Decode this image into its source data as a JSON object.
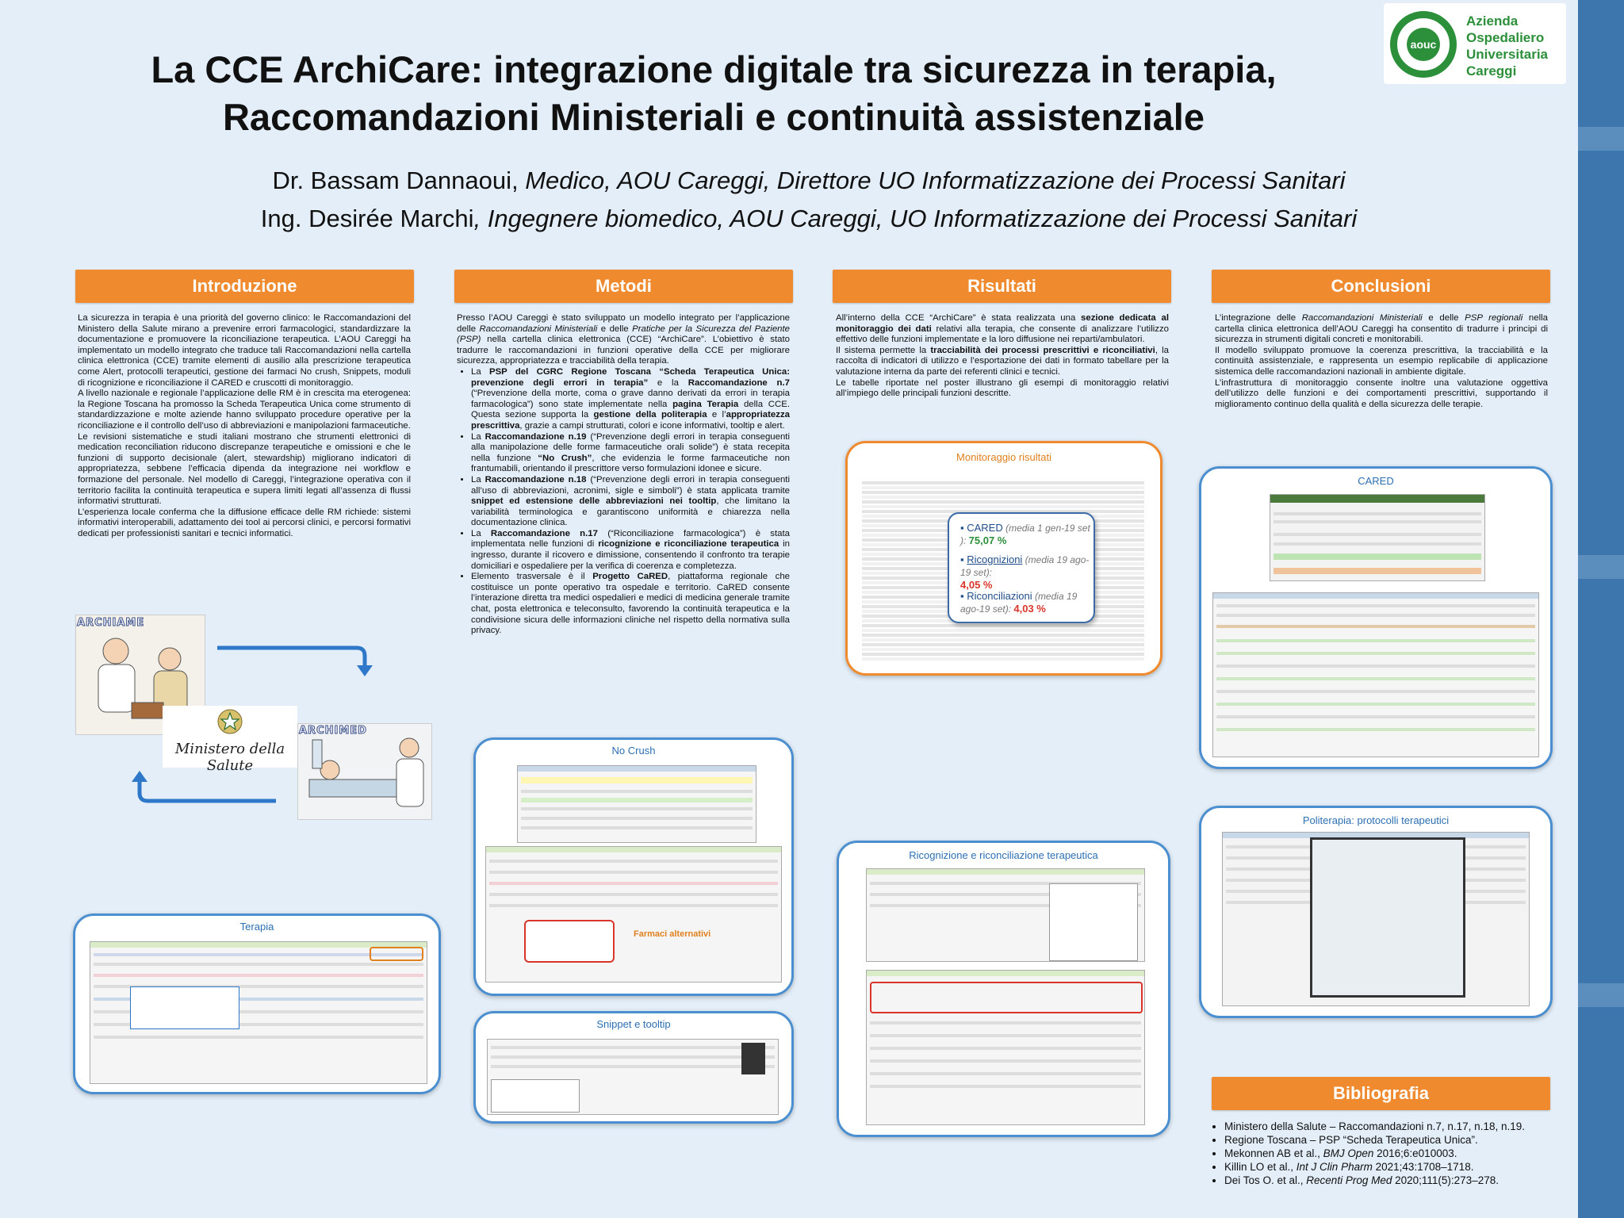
{
  "title": {
    "line1": "La CCE ArchiCare: integrazione digitale tra sicurezza in terapia,",
    "line2": "Raccomandazioni Ministeriali e continuità assistenziale"
  },
  "authors": [
    {
      "name": "Dr. Bassam Dannaoui,",
      "role": " Medico, AOU Careggi, Direttore UO Informatizzazione dei Processi Sanitari"
    },
    {
      "name": "Ing. Desirée Marchi",
      "role": ", Ingegnere biomedico, AOU Careggi, UO Informatizzazione dei Processi Sanitari"
    }
  ],
  "logo": {
    "badge": "aouc",
    "line1": "Azienda",
    "line2": "Ospedaliero",
    "line3": "Universitaria",
    "line4": "Careggi"
  },
  "sections": {
    "introduzione": {
      "title": "Introduzione",
      "paragraphs": [
        "La sicurezza in terapia è una priorità del governo clinico: le Raccomandazioni del Ministero della Salute mirano a prevenire errori farmacologici, standardizzare la documentazione e promuovere la riconciliazione terapeutica. L’AOU Careggi ha implementato un modello integrato che traduce tali Raccomandazioni nella cartella clinica elettronica (CCE) tramite elementi di ausilio alla prescrizione terapeutica come Alert, protocolli terapeutici, gestione dei farmaci No crush, Snippets, moduli di ricognizione e riconciliazione il CARED e cruscotti di monitoraggio.",
        "A livello nazionale e regionale l’applicazione delle RM è in crescita ma eterogenea: la Regione Toscana ha promosso la Scheda Terapeutica Unica come strumento di standardizzazione e molte aziende hanno sviluppato procedure operative per la riconciliazione e il controllo dell’uso di abbreviazioni e manipolazioni farmaceutiche.",
        "Le revisioni sistematiche e studi italiani mostrano che strumenti elettronici di medication reconciliation riducono discrepanze terapeutiche e omissioni e che le funzioni di supporto decisionale (alert, stewardship) migliorano indicatori di appropriatezza, sebbene l’efficacia dipenda da integrazione nei workflow e formazione del personale. Nel modello di Careggi, l’integrazione operativa con il territorio facilita la continuità terapeutica e supera limiti legati all’assenza di flussi informativi strutturati.",
        "L’esperienza locale conferma che la diffusione efficace delle RM richiede: sistemi informativi interoperabili, adattamento dei tool ai percorsi clinici, e percorsi formativi dedicati per professionisti sanitari e tecnici informatici."
      ],
      "labels": {
        "archiame": "ARCHIAME",
        "ministero": "Ministero della Salute",
        "archimed": "ARCHIMED"
      }
    },
    "metodi": {
      "title": "Metodi",
      "intro_a": "Presso l’AOU Careggi è stato sviluppato un modello integrato per l’applicazione delle ",
      "intro_b": "Raccomandazioni Ministeriali",
      "intro_c": " e delle ",
      "intro_d": "Pratiche per la Sicurezza del Paziente (PSP)",
      "intro_e": " nella cartella clinica elettronica (CCE) “ArchiCare”. L’obiettivo è stato tradurre le raccomandazioni in funzioni operative della CCE per migliorare sicurezza, appropriatezza e tracciabilità della terapia.",
      "bullets": [
        {
          "a": "La ",
          "b": "PSP del CGRC Regione Toscana “Scheda Terapeutica Unica: prevenzione degli errori in terapia”",
          "c": " e la ",
          "d": "Raccomandazione n.7",
          "e": " (“Prevenzione della morte, coma o grave danno derivati da errori in terapia farmacologica”) sono state implementate nella ",
          "f": "pagina Terapia",
          "g": " della CCE. Questa sezione supporta la ",
          "h": "gestione della politerapia",
          "i": " e l’",
          "j": "appropriatezza prescrittiva",
          "k": ", grazie a campi strutturati, colori e icone informativi, tooltip e alert."
        },
        {
          "a": "La ",
          "b": "Raccomandazione n.19",
          "c": " (“Prevenzione degli errori in terapia conseguenti alla manipolazione delle forme farmaceutiche orali solide”) è stata recepita nella funzione ",
          "d": "“No Crush”",
          "e": ", che evidenzia le forme farmaceutiche non frantumabili, orientando il prescrittore verso formulazioni idonee e sicure."
        },
        {
          "a": "La ",
          "b": "Raccomandazione n.18",
          "c": " (“Prevenzione degli errori in terapia conseguenti all’uso di abbreviazioni, acronimi, sigle e simboli”) è stata applicata tramite ",
          "d": "snippet ed estensione delle abbreviazioni nei tooltip",
          "e": ", che limitano la variabilità terminologica e garantiscono uniformità e chiarezza nella documentazione clinica."
        },
        {
          "a": "La ",
          "b": "Raccomandazione n.17",
          "c": " (“Riconciliazione farmacologica”) è stata implementata nelle funzioni di ",
          "d": "ricognizione e riconciliazione terapeutica",
          "e": " in ingresso, durante il ricovero e dimissione, consentendo il confronto tra terapie domiciliari e ospedaliere per la verifica di coerenza e completezza."
        },
        {
          "a": "Elemento trasversale è il ",
          "b": "Progetto CaRED",
          "c": ", piattaforma regionale che costituisce un ponte operativo tra ospedale e territorio. CaRED consente l’interazione diretta tra medici ospedalieri e medici di medicina generale tramite chat, posta elettronica e teleconsulto, favorendo la continuità terapeutica e la condivisione sicura delle informazioni cliniche nel rispetto della normativa sulla privacy."
        }
      ]
    },
    "risultati": {
      "title": "Risultati",
      "p1_a": "All’interno della CCE “ArchiCare” è stata realizzata una ",
      "p1_b": "sezione dedicata al monitoraggio dei dati",
      "p1_c": " relativi alla terapia, che consente di analizzare l’utilizzo effettivo delle funzioni implementate e la loro diffusione nei reparti/ambulatori.",
      "p2_a": "Il sistema permette la ",
      "p2_b": "tracciabilità dei processi prescrittivi e riconciliativi",
      "p2_c": ", la raccolta di indicatori di utilizzo e l’esportazione dei dati in formato tabellare per la valutazione interna da parte dei referenti clinici e tecnici.",
      "p3": "Le tabelle riportate nel poster illustrano gli esempi di monitoraggio relativi all’impiego delle principali funzioni descritte."
    },
    "conclusioni": {
      "title": "Conclusioni",
      "p1_a": "L’integrazione delle ",
      "p1_b": "Raccomandazioni Ministeriali",
      "p1_c": " e delle ",
      "p1_d": "PSP regionali",
      "p1_e": " nella cartella clinica elettronica dell’AOU Careggi ha consentito di tradurre i principi di sicurezza in strumenti digitali concreti e monitorabili.",
      "p2": "Il modello sviluppato promuove la coerenza prescrittiva, la tracciabilità e la continuità assistenziale, e rappresenta un esempio replicabile di applicazione sistemica delle raccomandazioni nazionali in ambiente digitale.",
      "p3": "L’infrastruttura di monitoraggio consente inoltre una valutazione oggettiva dell’utilizzo delle funzioni e dei comportamenti prescrittivi, supportando il miglioramento continuo della qualità e della sicurezza delle terapie."
    },
    "bibliografia": {
      "title": "Bibliografia",
      "items": [
        {
          "text": "Ministero della Salute – Raccomandazioni n.7, n.17, n.18, n.19.",
          "italic": "",
          "tail": ""
        },
        {
          "text": "Regione Toscana – PSP “Scheda Terapeutica Unica”.",
          "italic": "",
          "tail": ""
        },
        {
          "text": "Mekonnen AB et al., ",
          "italic": "BMJ Open",
          "tail": " 2016;6:e010003."
        },
        {
          "text": "Killin LO et al., ",
          "italic": "Int J Clin Pharm",
          "tail": " 2021;43:1708–1718."
        },
        {
          "text": "Dei Tos O. et al., ",
          "italic": "Recenti Prog Med",
          "tail": " 2020;111(5):273–278."
        }
      ]
    }
  },
  "panels": {
    "monitoraggio": "Monitoraggio risultati",
    "cared": "CARED",
    "politerapia": "Politerapia: protocolli terapeutici",
    "no_crush": "No Crush",
    "farmaci_alternativi": "Farmaci alternativi",
    "snippet": "Snippet e tooltip",
    "ricognizione": "Ricognizione e riconciliazione terapeutica",
    "terapia": "Terapia"
  },
  "monitoraggio_callout": {
    "cared_label": "CARED",
    "cared_note": " (media 1 gen-19 set ): ",
    "cared_value": "75,07 %",
    "ricognizioni_label": "Ricognizioni",
    "ricognizioni_note": " (media 19 ago-19 set):",
    "ricognizioni_value": "4,05 %",
    "riconciliazioni_label": "Riconciliazioni",
    "riconciliazioni_note": " (media 19 ago-19 set): ",
    "riconciliazioni_value": "4,03 %"
  },
  "colors": {
    "accent_orange": "#f08a2e",
    "panel_blue": "#4b8fd0",
    "background": "#e3eef8",
    "logo_green": "#2c8f3a"
  }
}
